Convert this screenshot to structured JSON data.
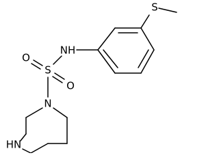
{
  "molecule": {
    "atoms": {
      "nh_amide": "NH",
      "sulfur_sulfonyl": "S",
      "oxygen_top": "O",
      "oxygen_bottom": "O",
      "n_piperazine": "N",
      "hn_piperazine": "HN",
      "sulfur_methylthio": "S"
    }
  }
}
